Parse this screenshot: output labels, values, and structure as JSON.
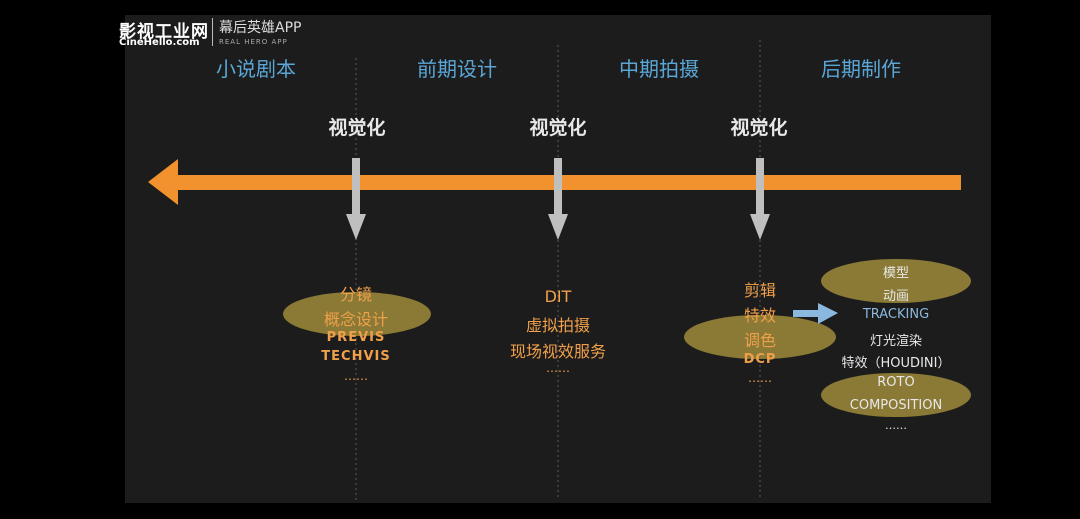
{
  "watermark": {
    "brand": "影视工业网",
    "app": "幕后英雄APP",
    "url": "CineHello.com",
    "sub": "REAL HERO APP"
  },
  "phases": [
    "小说剧本",
    "前期设计",
    "中期拍摄",
    "后期制作"
  ],
  "visual_label": "视觉化",
  "columns": {
    "design": [
      "分镜",
      "概念设计",
      "PREVIS",
      "TECHVIS",
      "……"
    ],
    "shoot": [
      "DIT",
      "虚拟拍摄",
      "现场视效服务",
      "……"
    ],
    "post": [
      "剪辑",
      "特效",
      "调色",
      "DCP",
      "……"
    ]
  },
  "vfx": [
    "模型",
    "动画",
    "TRACKING",
    "灯光渲染",
    "特效（HOUDINI）",
    "ROTO",
    "COMPOSITION",
    "……"
  ],
  "colors": {
    "timeline": "#f2922e",
    "phase_text": "#5aa6d6",
    "highlight": "#8a7a35",
    "arrow_gray": "#bfbfbf",
    "pointer_blue": "#8ab8de"
  }
}
